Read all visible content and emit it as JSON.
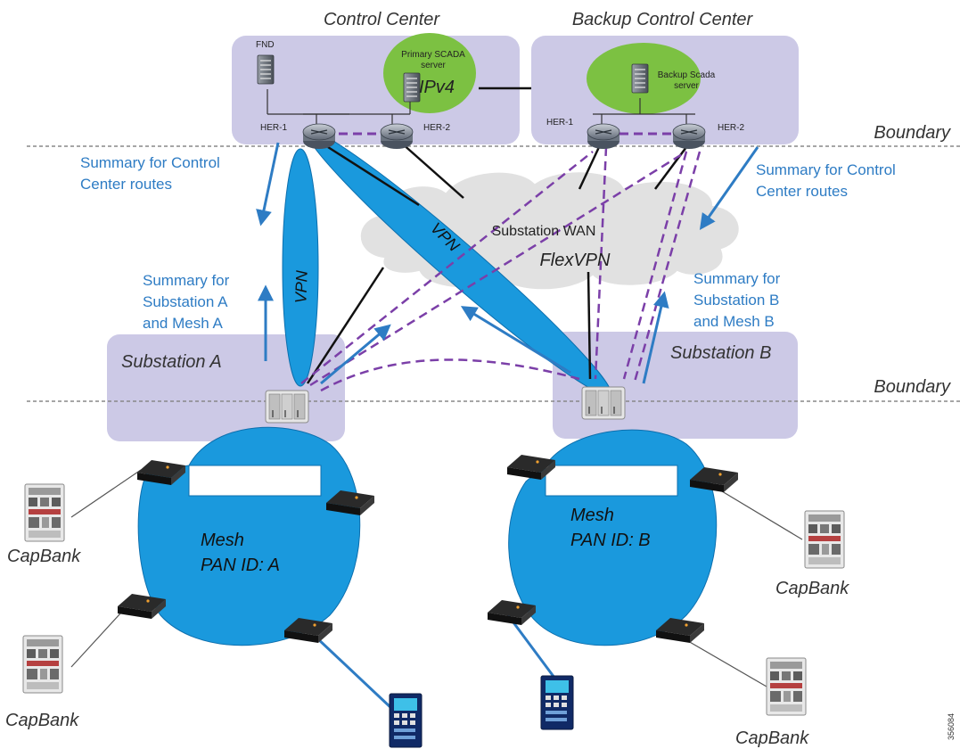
{
  "colors": {
    "zone_fill": "#ccc9e6",
    "blue": "#1a99dd",
    "blue_stroke": "#0d6fae",
    "annotation_blue": "#2e7cc4",
    "scada_green": "#7cc142",
    "purple_dashed": "#7b3fa8",
    "cloud_fill": "#e1e1e1",
    "boundary_line": "#888888"
  },
  "zones": {
    "control_center": "Control Center",
    "backup_control_center": "Backup Control Center",
    "substation_a": "Substation A",
    "substation_b": "Substation B"
  },
  "boundaries": {
    "top": "Boundary",
    "bottom": "Boundary"
  },
  "control_center": {
    "fnd": "FND",
    "primary_scada_line1": "Primary SCADA",
    "primary_scada_line2": "server",
    "ipv4": "IPv4",
    "her1": "HER-1",
    "her2": "HER-2"
  },
  "backup_center": {
    "scada_line1": "Backup Scada",
    "scada_line2": "server",
    "her1": "HER-1",
    "her2": "HER-2"
  },
  "wan": {
    "name": "Substation WAN",
    "flexvpn": "FlexVPN"
  },
  "vpn_labels": {
    "left": "VPN",
    "diagonal": "VPN"
  },
  "annotations": {
    "cc_left_line1": "Summary for Control",
    "cc_left_line2": "Center routes",
    "cc_right_line1": "Summary for Control",
    "cc_right_line2": "Center routes",
    "sub_a_line1": "Summary for",
    "sub_a_line2": "Substation A",
    "sub_a_line3": "and Mesh A",
    "sub_b_line1": "Summary for",
    "sub_b_line2": "Substation B",
    "sub_b_line3": "and Mesh B"
  },
  "mesh": {
    "a_line1": "Mesh",
    "a_line2": "PAN ID: A",
    "b_line1": "Mesh",
    "b_line2": "PAN ID: B"
  },
  "capbank": {
    "left_top": "CapBank",
    "left_bottom": "CapBank",
    "right_top": "CapBank",
    "right_bottom": "CapBank"
  },
  "figure_id": "356084",
  "icons": {
    "router": "router-icon",
    "server": "server-icon",
    "cgr": "cgr-router-icon",
    "mesh_node": "mesh-endpoint-icon",
    "capbank": "capbank-cabinet-icon",
    "relay": "protection-relay-icon"
  }
}
